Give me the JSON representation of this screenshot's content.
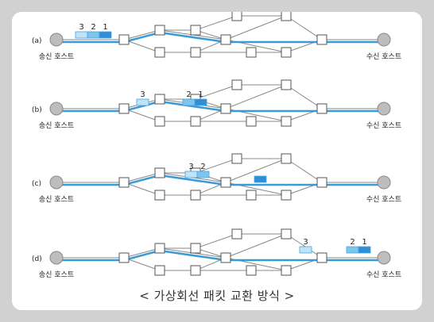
{
  "rows": [
    {
      "label": "(a)",
      "sender": "송신 호스트",
      "receiver": "수신 호스트",
      "packet_groups": [
        {
          "numbers": [
            "3",
            "2",
            "1"
          ],
          "kind": "triple"
        }
      ]
    },
    {
      "label": "(b)",
      "sender": "송신 호스트",
      "receiver": "수신 호스트",
      "packet_groups": [
        {
          "numbers": [
            "3"
          ],
          "kind": "single-light"
        },
        {
          "numbers": [
            "2",
            "1"
          ],
          "kind": "double"
        }
      ]
    },
    {
      "label": "(c)",
      "sender": "송신 호스트",
      "receiver": "수신 호스트",
      "packet_groups": [
        {
          "numbers": [
            "3",
            "2"
          ],
          "kind": "double-light"
        },
        {
          "numbers": [],
          "kind": "single-dark"
        }
      ]
    },
    {
      "label": "(d)",
      "sender": "송신 호스트",
      "receiver": "수신 호스트",
      "packet_groups": [
        {
          "numbers": [
            "3"
          ],
          "kind": "single-light"
        },
        {
          "numbers": [
            "2",
            "1"
          ],
          "kind": "double"
        }
      ]
    }
  ],
  "caption": "< 가상회선 패킷 교환 방식 >",
  "colors": {
    "path": "#3a9ad9",
    "link": "#888888",
    "packet_light": "#bfe3f7",
    "packet_mid": "#7cc6ee",
    "packet_dark": "#2f8fd6",
    "host": "#bdbdbd"
  }
}
